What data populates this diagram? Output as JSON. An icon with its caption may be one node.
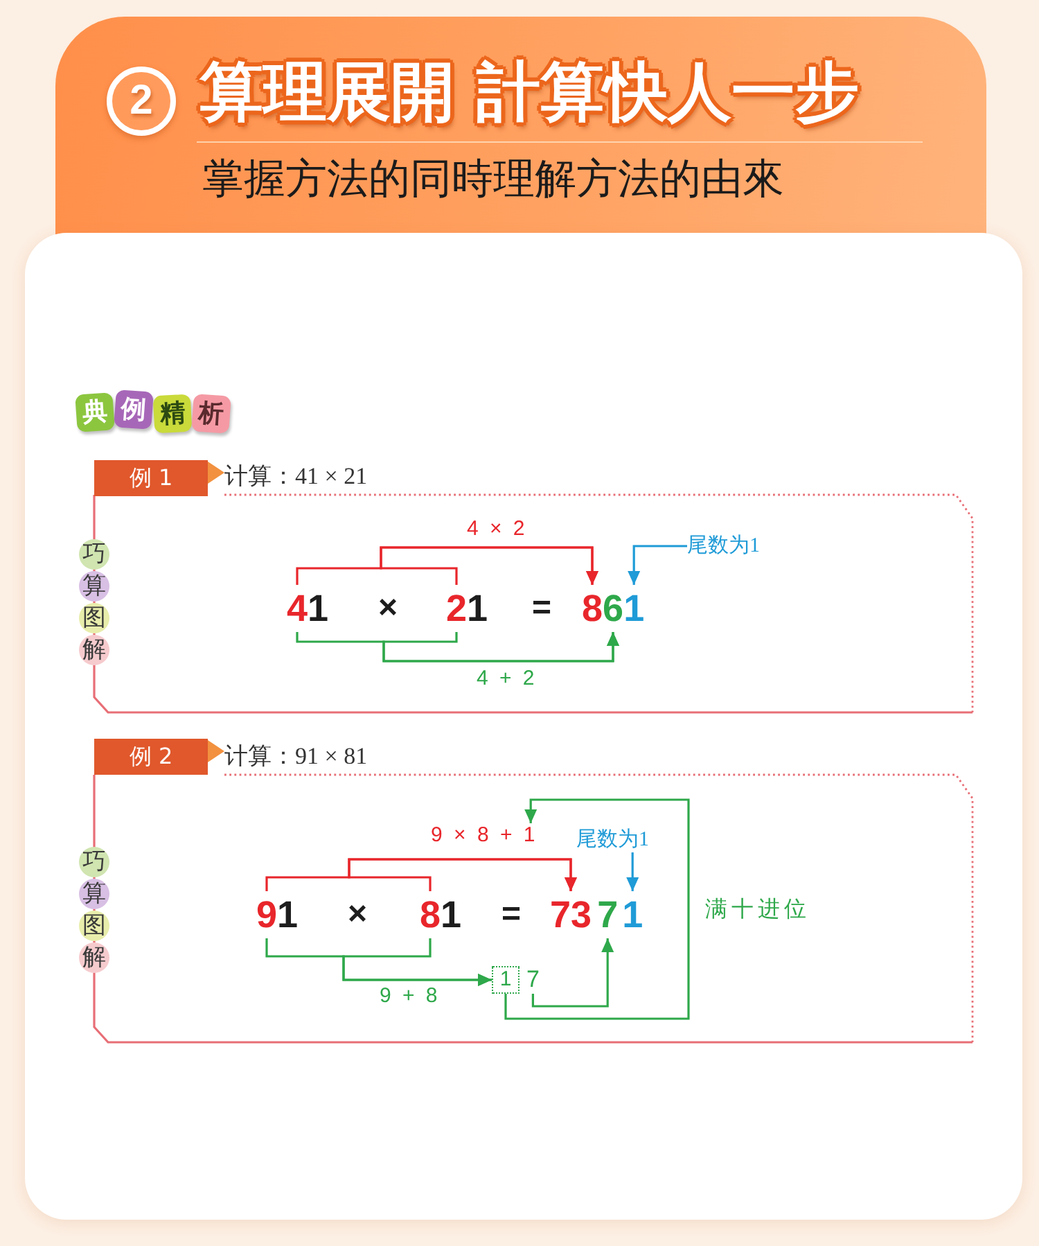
{
  "diagram": {
    "title": "算理展開 計算快人一步",
    "nodes": [
      {
        "text": [
          "2"
        ]
      },
      {
        "text": [
          "典"
        ]
      },
      {
        "text": [
          "例"
        ]
      },
      {
        "text": [
          "精"
        ]
      },
      {
        "text": [
          "析"
        ]
      },
      {
        "text": [
          "计算：41 × 21"
        ]
      },
      {
        "text": [
          "例 1"
        ],
        "in": 5
      },
      {
        "text": [
          "巧"
        ],
        "in": 5
      },
      {
        "text": [
          "算"
        ],
        "in": 5
      },
      {
        "text": [
          "图"
        ],
        "in": 5
      },
      {
        "text": [
          "解"
        ],
        "in": 5
      },
      {
        "text": [
          "尾数为1"
        ],
        "in": 5
      },
      {
        "text": [
          "41"
        ],
        "in": 5
      },
      {
        "text": [
          "21"
        ],
        "in": 5
      },
      {
        "text": [
          "861"
        ],
        "in": 5
      },
      {
        "text": [
          "计算：91 × 81"
        ]
      },
      {
        "text": [
          "例 2"
        ],
        "in": 15
      },
      {
        "text": [
          "巧"
        ],
        "in": 15
      },
      {
        "text": [
          "算"
        ],
        "in": 15
      },
      {
        "text": [
          "图"
        ],
        "in": 15
      },
      {
        "text": [
          "解"
        ],
        "in": 15
      },
      {
        "text": [
          "9 × 8 + 1"
        ],
        "in": 15
      },
      {
        "text": [
          "尾数为1"
        ],
        "in": 15
      },
      {
        "text": [
          "91"
        ],
        "in": 15
      },
      {
        "text": [
          "81"
        ],
        "in": 15
      },
      {
        "text": [
          "7371"
        ],
        "in": 15
      },
      {
        "text": [
          "1"
        ],
        "in": 15
      },
      {
        "text": [
          "7"
        ],
        "in": 15
      }
    ],
    "edges": [
      {
        "from": 12,
        "to": 14,
        "arrow": "to",
        "label": "4 × 2",
        "color": "#e8262b"
      },
      {
        "from": 13,
        "to": 14,
        "arrow": "to",
        "color": "#e8262b"
      },
      {
        "from": 12,
        "to": 14,
        "arrow": "to",
        "label": "4 + 2"
      },
      {
        "from": 13,
        "to": 14,
        "arrow": "to"
      },
      {
        "from": 11,
        "to": 14,
        "arrow": "to",
        "color": "#1f9bd7"
      },
      {
        "from": 23,
        "to": 25,
        "arrow": "to",
        "color": "#e8262b"
      },
      {
        "from": 24,
        "to": 25,
        "arrow": "to",
        "color": "#e8262b"
      },
      {
        "from": 23,
        "to": 26,
        "arrow": "to",
        "label": "9 + 8"
      },
      {
        "from": 24,
        "to": 26,
        "arrow": "to"
      },
      {
        "from": 27,
        "to": 25,
        "arrow": "to"
      },
      {
        "from": 26,
        "to": 21,
        "arrow": "to",
        "label": "满十进位"
      },
      {
        "from": 22,
        "to": 25,
        "arrow": "to",
        "color": "#1f9bd7"
      }
    ],
    "labels": [
      "掌握方法的同時理解方法的由來",
      "×",
      "=",
      "×",
      "="
    ]
  }
}
